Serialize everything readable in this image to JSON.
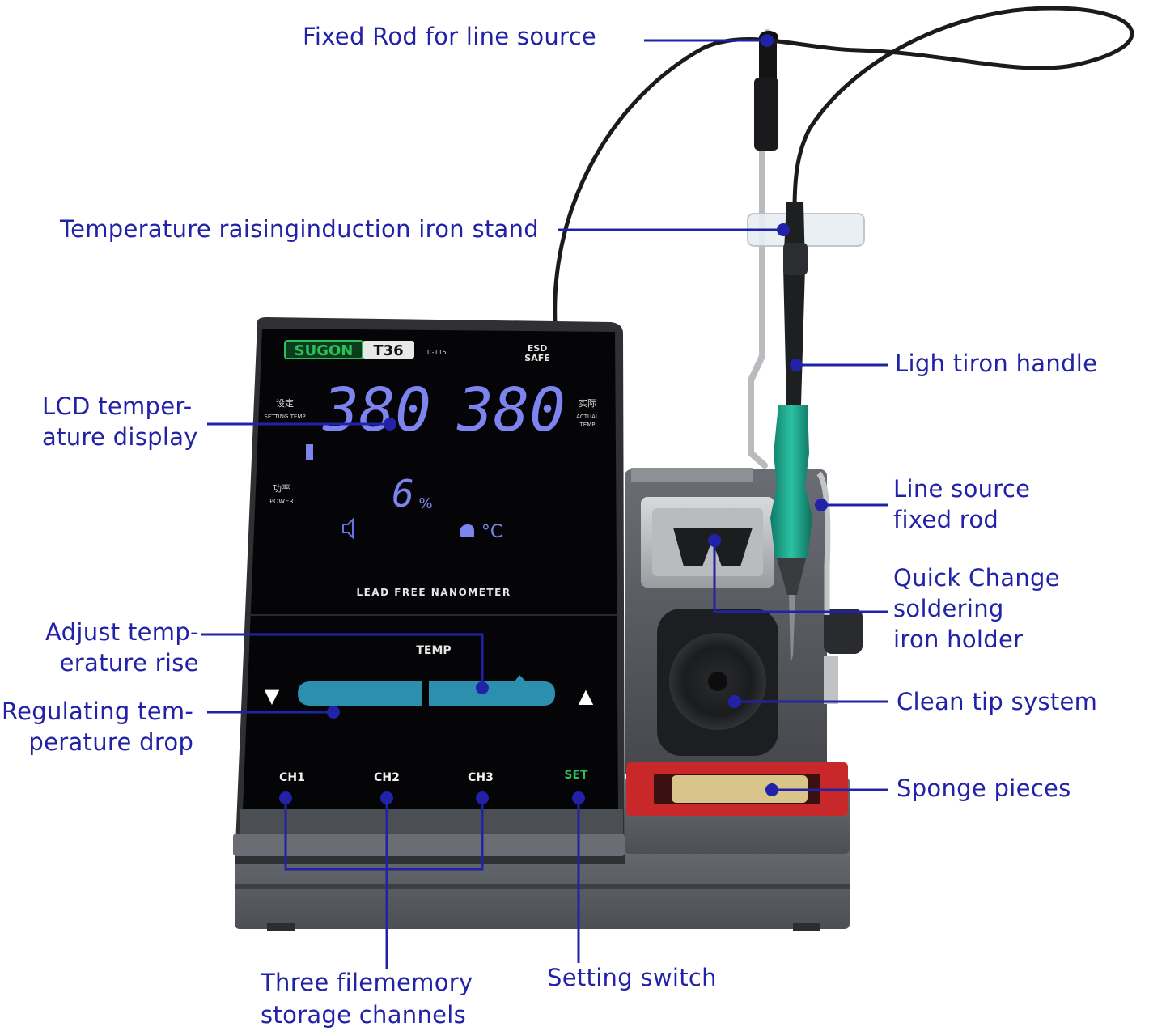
{
  "colors": {
    "annotation": "#2222a8",
    "lcd_digits": "#7d84f0",
    "brand_green": "#2fbf5a",
    "housing": "#5a5d63",
    "sponge_tray": "#c8282a",
    "grip": "#1f9e86"
  },
  "annotations": {
    "fixed_rod_line_source": "Fixed Rod for line source",
    "iron_stand": "Temperature raisinginduction iron stand",
    "iron_handle": "Ligh tiron handle",
    "lcd_display": "LCD temper-\nature display",
    "line_source_fixed_rod": "Line source\nfixed rod",
    "quick_change_holder": "Quick Change\nsoldering\niron holder",
    "adjust_rise": "Adjust temp-\nerature rise",
    "clean_tip": "Clean tip system",
    "regulating_drop": "Regulating tem-\nperature drop",
    "sponge": "Sponge pieces",
    "memory_channels": "Three filememory\nstorage channels",
    "setting_switch": "Setting switch"
  },
  "device": {
    "brand": "SUGON",
    "model": "T36",
    "model_code": "C-115",
    "esd_top": "ESD",
    "esd_bottom": "SAFE",
    "setting_temp_cn": "设定",
    "setting_temp_en": "SETTING TEMP",
    "actual_temp_cn": "实际",
    "actual_temp_en1": "ACTUAL",
    "actual_temp_en2": "TEMP",
    "setting_temp_value": "380",
    "actual_temp_value": "380",
    "power_cn": "功率",
    "power_en": "POWER",
    "power_value": "6",
    "power_unit": "%",
    "unit_celsius": "°C",
    "lead_free": "LEAD FREE NANOMETER",
    "temp_label": "TEMP",
    "down_arrow": "▼",
    "up_arrow": "▲",
    "channels": [
      "CH1",
      "CH2",
      "CH3"
    ],
    "set_label": "SET"
  }
}
